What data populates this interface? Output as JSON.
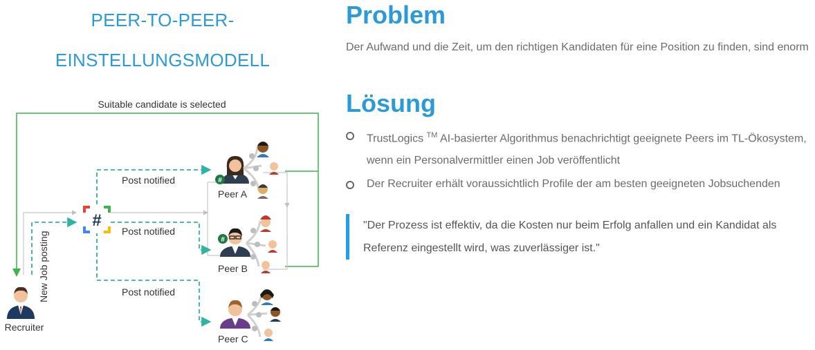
{
  "left_title": {
    "line1": "PEER-TO-PEER-",
    "line2": "EINSTELLUNGSMODELL"
  },
  "diagram": {
    "top_label": "Suitable candidate is selected",
    "post_notified": "Post notified",
    "new_job_posting": "New Job posting",
    "recruiter": "Recruiter",
    "peer_a": "Peer A",
    "peer_b": "Peer B",
    "peer_c": "Peer C",
    "hash": "#",
    "colors": {
      "green": "#3cb54a",
      "teal_dashed": "#2fb3a4",
      "grey": "#c8c8c8",
      "blue": "#2a9bd8"
    }
  },
  "problem": {
    "heading": "Problem",
    "text": "Der Aufwand und die Zeit, um den richtigen Kandidaten für eine Position zu finden, sind enorm"
  },
  "solution": {
    "heading": "Lösung",
    "items": [
      {
        "pre": "TrustLogics ",
        "sup": "TM",
        "post": " AI-basierter Algorithmus benachrichtigt geeignete Peers im TL-Ökosystem, wenn ein Personalvermittler einen Job veröffentlicht"
      },
      {
        "text": "Der Recruiter erhält voraussichtlich Profile der am besten geeigneten Jobsuchenden"
      }
    ]
  },
  "quote": {
    "text": "\"Der Prozess ist effektiv, da die Kosten nur beim Erfolg anfallen und ein Kandidat als Referenz eingestellt wird, was zuverlässiger ist.\""
  }
}
